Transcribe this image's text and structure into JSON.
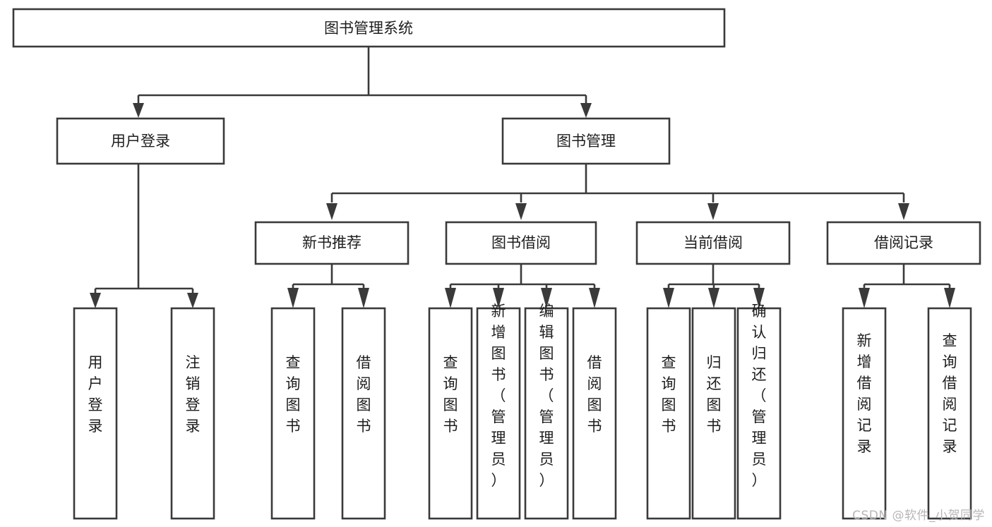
{
  "diagram": {
    "title": "图书管理系统",
    "watermark": "CSDN @软件_小贺同学",
    "colors": {
      "box_stroke": "#3a3a3a",
      "box_fill": "#ffffff",
      "text": "#1d1d1d",
      "background": "#ffffff",
      "watermark": "#b6b6b6"
    },
    "root": {
      "label": "图书管理系统"
    },
    "level2": [
      {
        "label": "用户登录"
      },
      {
        "label": "图书管理"
      }
    ],
    "level3": [
      {
        "label": "新书推荐"
      },
      {
        "label": "图书借阅"
      },
      {
        "label": "当前借阅"
      },
      {
        "label": "借阅记录"
      }
    ],
    "leaves": {
      "user_login": [
        {
          "label": "用户登录"
        },
        {
          "label": "注销登录"
        }
      ],
      "new_book_recommend": [
        {
          "label": "查询图书"
        },
        {
          "label": "借阅图书"
        }
      ],
      "book_borrow": [
        {
          "label": "查询图书"
        },
        {
          "label": "新增图书（管理员）"
        },
        {
          "label": "编辑图书（管理员）"
        },
        {
          "label": "借阅图书"
        }
      ],
      "current_borrow": [
        {
          "label": "查询图书"
        },
        {
          "label": "归还图书"
        },
        {
          "label": "确认归还（管理员）"
        }
      ],
      "borrow_record": [
        {
          "label": "新增借阅记录"
        },
        {
          "label": "查询借阅记录"
        }
      ]
    }
  }
}
